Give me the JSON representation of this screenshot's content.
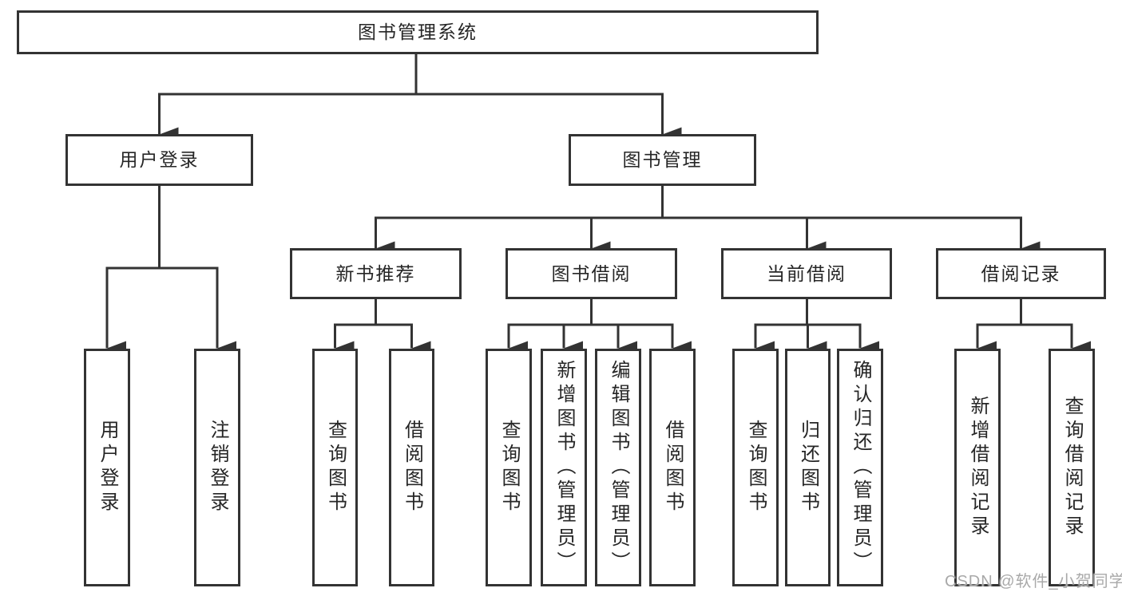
{
  "tree": {
    "label": "图书管理系统",
    "children": [
      {
        "label": "用户登录",
        "children": [
          {
            "label": "用户登录"
          },
          {
            "label": "注销登录"
          }
        ]
      },
      {
        "label": "图书管理",
        "children": [
          {
            "label": "新书推荐",
            "children": [
              {
                "label": "查询图书"
              },
              {
                "label": "借阅图书"
              }
            ]
          },
          {
            "label": "图书借阅",
            "children": [
              {
                "label": "查询图书"
              },
              {
                "label": "新增图书（管理员）"
              },
              {
                "label": "编辑图书（管理员）"
              },
              {
                "label": "借阅图书"
              }
            ]
          },
          {
            "label": "当前借阅",
            "children": [
              {
                "label": "查询图书"
              },
              {
                "label": "归还图书"
              },
              {
                "label": "确认归还（管理员）"
              }
            ]
          },
          {
            "label": "借阅记录",
            "children": [
              {
                "label": "新增借阅记录"
              },
              {
                "label": "查询借阅记录"
              }
            ]
          }
        ]
      }
    ]
  },
  "watermark": {
    "text": "CSDN @软件_小贺同学",
    "color": "#a9a9a9"
  },
  "colors": {
    "background": "#ffffff",
    "line": "#333333",
    "box_border": "#333333",
    "text": "#262626"
  }
}
